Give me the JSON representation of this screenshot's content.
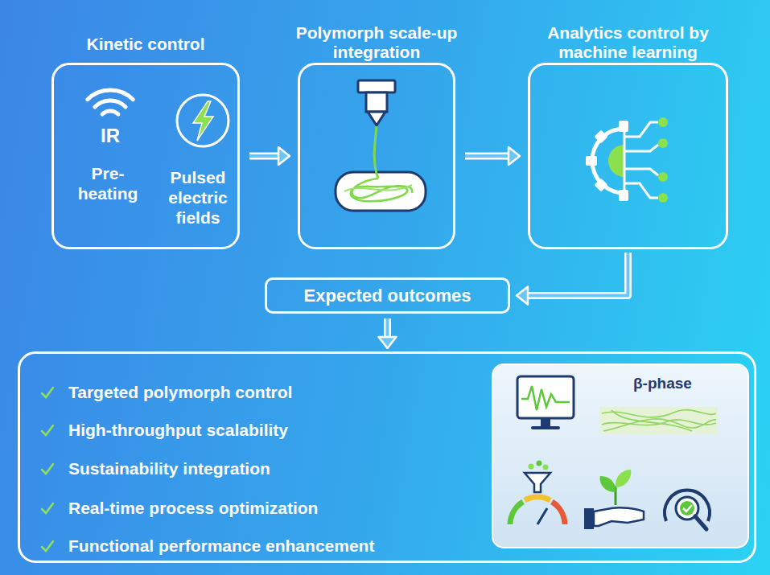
{
  "diagram": {
    "nodes": [
      {
        "text": [
          "Kinetic control"
        ]
      },
      {
        "text": [
          "Polymorph scale-up integration"
        ]
      },
      {
        "text": [
          "Analytics control by machine learning"
        ]
      },
      {
        "text": [
          "Expected outcomes"
        ]
      },
      {
        "text": [
          "Targeted polymorph control",
          "High-throughput scalability",
          "Sustainability integration",
          "Real-time process optimization",
          "Functional performance enhancement"
        ]
      },
      {
        "text": [
          "β-phase"
        ],
        "in": 4
      }
    ],
    "edges": [
      {
        "from": 0,
        "to": 1,
        "arrow": "to"
      },
      {
        "from": 1,
        "to": 2,
        "arrow": "to"
      },
      {
        "from": 2,
        "to": 3,
        "arrow": "to"
      },
      {
        "from": 3,
        "to": 4,
        "arrow": "to"
      }
    ],
    "labels": [
      "IR",
      "Pre-heating",
      "Pulsed electric fields"
    ]
  }
}
